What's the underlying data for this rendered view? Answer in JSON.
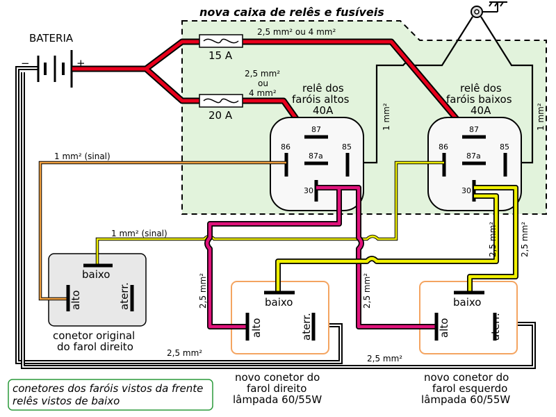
{
  "diagram": {
    "box_title": "nova caixa de relês e fusíveis",
    "battery": {
      "label": "BATERIA",
      "minus": "−",
      "plus": "+"
    },
    "fuses": [
      {
        "rating": "15 A"
      },
      {
        "rating": "20 A"
      }
    ],
    "wire_labels": {
      "top_gauge": "2,5 mm² ou 4 mm²",
      "mid_gauge_1": "2,5 mm²",
      "mid_gauge_2": "ou",
      "mid_gauge_3": "4 mm²",
      "coil_gauge": "1 mm²",
      "signal_gauge": "1 mm² (sinal)",
      "load_gauge": "2,5 mm²",
      "bottom_gauge": "2,5 mm²"
    },
    "relays": [
      {
        "line1": "relê dos",
        "line2": "faróis altos",
        "amps": "40A",
        "pins": {
          "p87": "87",
          "p86": "86",
          "p87a": "87a",
          "p85": "85",
          "p30": "30"
        }
      },
      {
        "line1": "relê dos",
        "line2": "faróis baixos",
        "amps": "40A",
        "pins": {
          "p87": "87",
          "p86": "86",
          "p87a": "87a",
          "p85": "85",
          "p30": "30"
        }
      }
    ],
    "connectors": [
      {
        "pin_low": "baixo",
        "pin_high": "alto",
        "pin_ground": "aterr.",
        "caption1": "conetor original",
        "caption2": "do farol direito",
        "caption3": ""
      },
      {
        "pin_low": "baixo",
        "pin_high": "alto",
        "pin_ground": "aterr.",
        "caption1": "novo conetor do",
        "caption2": "farol direito",
        "caption3": "lâmpada 60/55W"
      },
      {
        "pin_low": "baixo",
        "pin_high": "alto",
        "pin_ground": "aterr.",
        "caption1": "novo conetor do",
        "caption2": "farol esquerdo",
        "caption3": "lâmpada 60/55W"
      }
    ],
    "legend": {
      "line1": "conetores dos faróis vistos da frente",
      "line2": "relês vistos de baixo"
    },
    "colors": {
      "box_fill": "#e2f3dc",
      "power_wire": "#e8001c",
      "low_wire": "#f0f000",
      "high_wire": "#e0137c",
      "signal_wire": "#f0a040",
      "connector_border": "#f4a460",
      "legend_border": "#2a9a3a"
    }
  }
}
